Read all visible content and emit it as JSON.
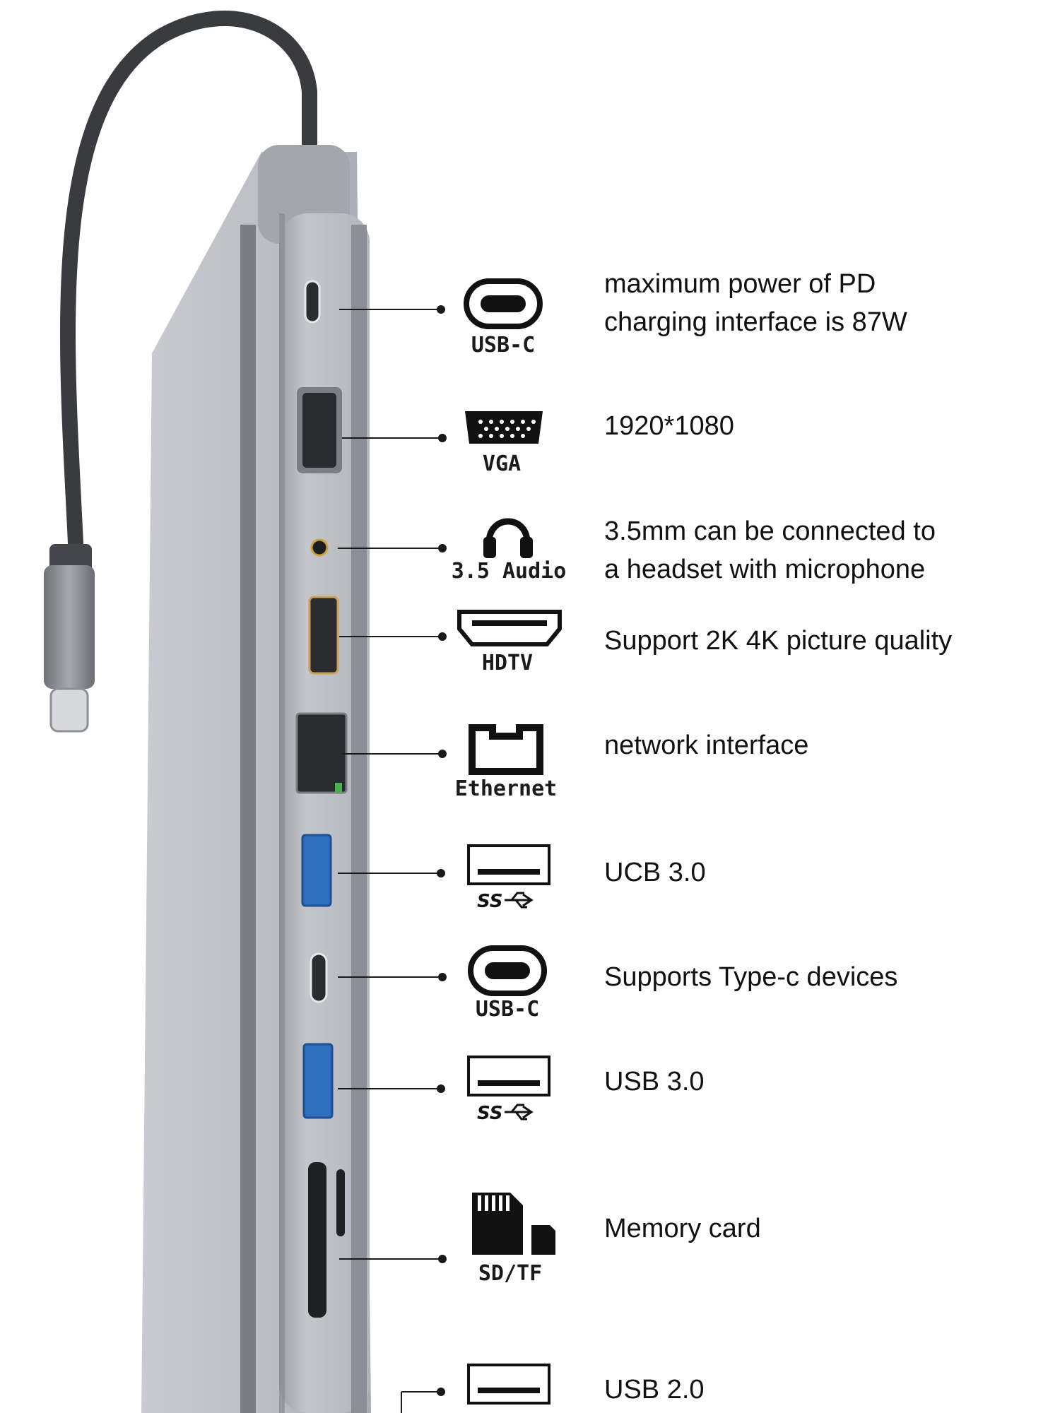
{
  "ports": [
    {
      "icon": "usb-c-icon",
      "label": "USB-C",
      "description": "maximum power of PD\ncharging interface is 87W"
    },
    {
      "icon": "vga-icon",
      "label": "VGA",
      "description": "1920*1080"
    },
    {
      "icon": "headphones-icon",
      "label": "3.5 Audio",
      "description": "3.5mm can be connected to\na headset with microphone"
    },
    {
      "icon": "hdmi-icon",
      "label": "HDTV",
      "description": "Support 2K 4K picture quality"
    },
    {
      "icon": "ethernet-icon",
      "label": "Ethernet",
      "description": "network interface"
    },
    {
      "icon": "usb-a-icon",
      "label": "SS",
      "description": "UCB 3.0"
    },
    {
      "icon": "usb-c-icon",
      "label": "USB-C",
      "description": "Supports Type-c devices"
    },
    {
      "icon": "usb-a-icon",
      "label": "SS",
      "description": "USB 3.0"
    },
    {
      "icon": "sd-card-icon",
      "label": "SD/TF",
      "description": "Memory card"
    },
    {
      "icon": "usb-a-icon",
      "label": "",
      "description": "USB 2.0"
    }
  ],
  "colors": {
    "housing": "#b9bbc2",
    "cable": "#3a3b3f",
    "usb3_port": "#2f6fc0",
    "ethernet_led": "#4caf50"
  }
}
